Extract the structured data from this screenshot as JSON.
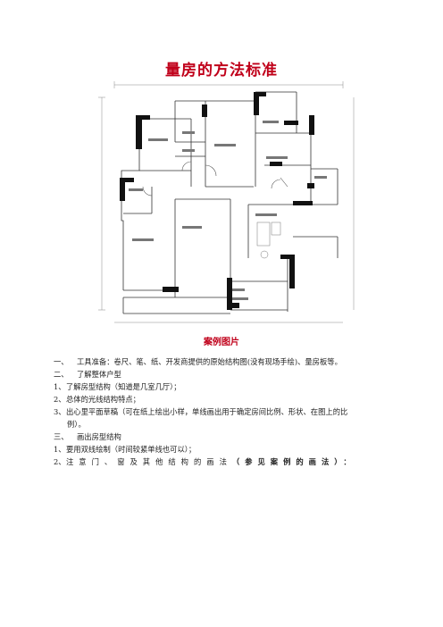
{
  "title": "量房的方法标准",
  "figure": {
    "caption": "案例图片"
  },
  "body": {
    "s1": {
      "num": "一、",
      "text": "工具准备：卷尺、笔、纸、开发商提供的原始结构图(没有现场手绘)、量房板等。"
    },
    "s2": {
      "num": "二、",
      "text": "了解整体户型"
    },
    "i1": {
      "num": "1、",
      "text": "了解房型结构（知道是几室几厅）；"
    },
    "i2": {
      "num": "2、",
      "text": "总体的光线结构特点；"
    },
    "i3": {
      "num": "3、",
      "text": "出心里平面草稿（可在纸上绘出小样，单线画出用于确定房间比例、形状、在图上的比",
      "cont": "例）。"
    },
    "s3": {
      "num": "三、",
      "text": "画出房型结构"
    },
    "j1": {
      "num": "1、",
      "text": "要用双线绘制（时间较紧单线也可以）；"
    },
    "j2": {
      "num": "2、",
      "text_a": "注意门、窗及其他结构的画法",
      "text_b": "（参见案例的画法）："
    }
  }
}
